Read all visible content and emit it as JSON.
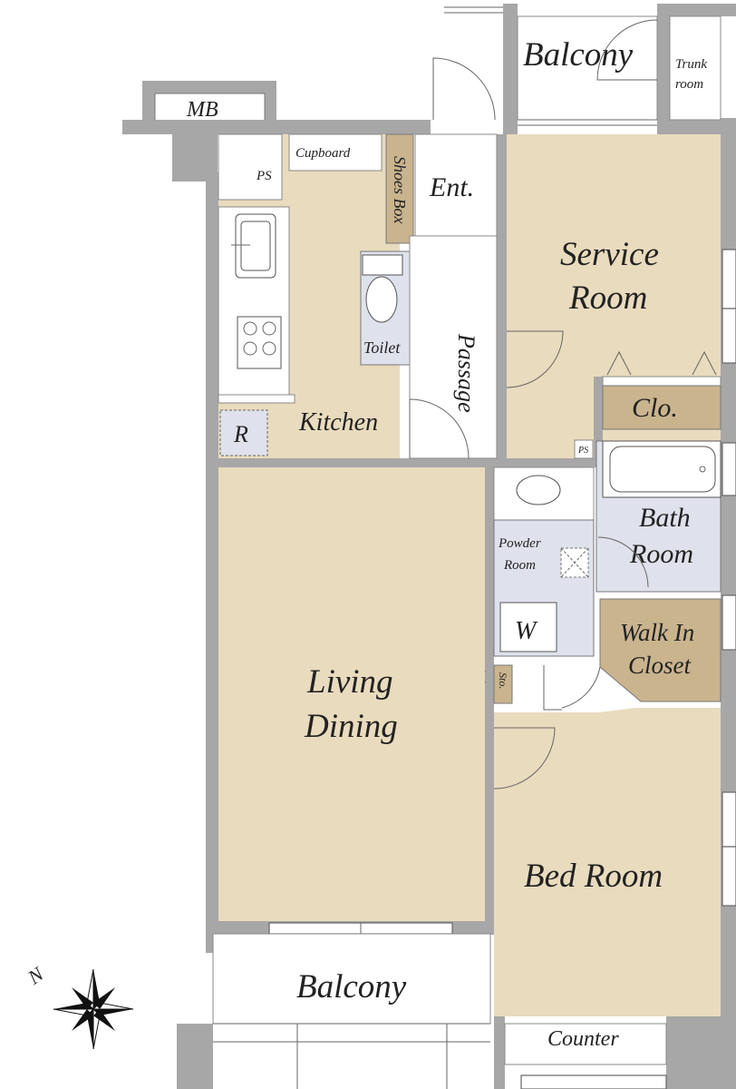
{
  "labels": {
    "balcony_top": "Balcony",
    "trunk_room": "Trunk room",
    "trunk_room_l1": "Trunk",
    "trunk_room_l2": "room",
    "mb": "MB",
    "ps_top": "PS",
    "cupboard": "Cupboard",
    "shoes_box": "Shoes Box",
    "entrance": "Ent.",
    "service_room_l1": "Service",
    "service_room_l2": "Room",
    "toilet": "Toilet",
    "passage": "Passage",
    "kitchen": "Kitchen",
    "refrigerator": "R",
    "closet": "Clo.",
    "ps_bath": "PS",
    "bath_l1": "Bath",
    "bath_l2": "Room",
    "powder_l1": "Powder",
    "powder_l2": "Room",
    "washer": "W",
    "walkin_l1": "Walk In",
    "walkin_l2": "Closet",
    "storage": "Sto.",
    "living_l1": "Living",
    "living_l2": "Dining",
    "bedroom": "Bed Room",
    "balcony_bottom": "Balcony",
    "counter": "Counter",
    "north": "N"
  },
  "colors": {
    "room_floor": "#e9dbbd",
    "wet_area": "#dfe1ec",
    "storage": "#c9b48e",
    "wall": "#a7a7a7"
  }
}
